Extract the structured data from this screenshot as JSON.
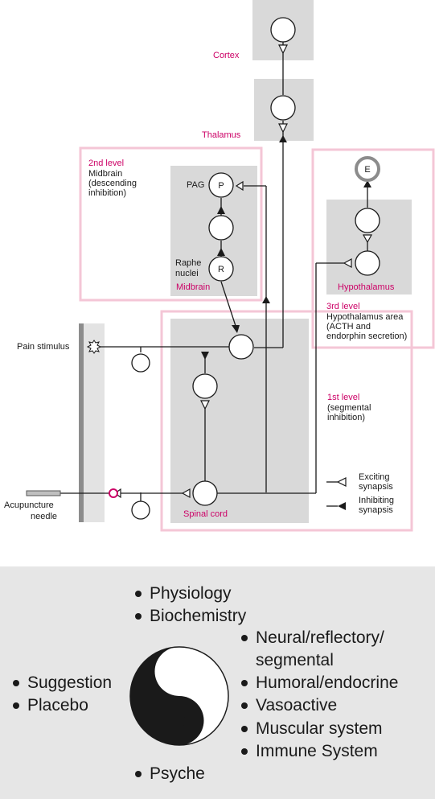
{
  "diagram": {
    "labels": {
      "cortex": "Cortex",
      "thalamus": "Thalamus",
      "level2_title": "2nd level",
      "level2_line1": "Midbrain",
      "level2_line2": "(descending",
      "level2_line3": "inhibition)",
      "pag": "PAG",
      "p_node": "P",
      "raphe_line1": "Raphe",
      "raphe_line2": "nuclei",
      "r_node": "R",
      "midbrain": "Midbrain",
      "e_node": "E",
      "hypothalamus": "Hypothalamus",
      "level3_title": "3rd level",
      "level3_line1": "Hypothalamus area",
      "level3_line2": "(ACTH and",
      "level3_line3": "endorphin secretion)",
      "pain_stimulus": "Pain stimulus",
      "level1_title": "1st level",
      "level1_line1": "(segmental",
      "level1_line2": "inhibition)",
      "spinal_cord": "Spinal cord",
      "acupuncture_line1": "Acupuncture",
      "acupuncture_line2": "needle",
      "legend_exciting_1": "Exciting",
      "legend_exciting_2": "synapsis",
      "legend_inhibiting_1": "Inhibiting",
      "legend_inhibiting_2": "synapsis"
    },
    "colors": {
      "accent": "#cc0066",
      "region_fill": "#d9d9d9",
      "frame": "#f4c6d6",
      "line": "#1a1a1a"
    }
  },
  "effects": {
    "top": [
      "Physiology",
      "Biochemistry"
    ],
    "left": [
      "Suggestion",
      "Placebo"
    ],
    "right": [
      {
        "line1": "Neural/reflectory/",
        "line2": "segmental"
      },
      {
        "line1": "Humoral/endocrine"
      },
      {
        "line1": "Vasoactive"
      },
      {
        "line1": "Muscular system"
      },
      {
        "line1": "Immune System"
      }
    ],
    "bottom": [
      "Psyche"
    ],
    "center_icon": "yin-yang-icon"
  }
}
